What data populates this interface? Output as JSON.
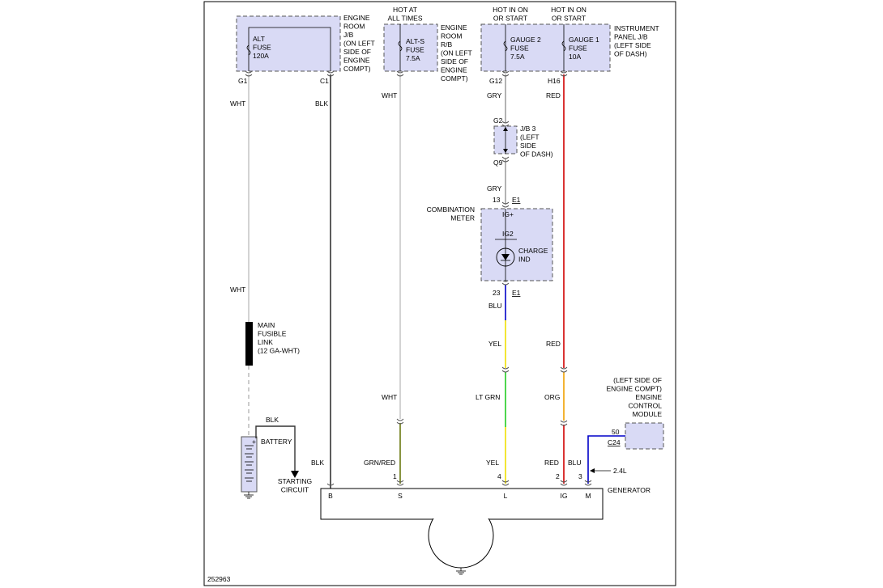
{
  "colors": {
    "box_fill": "#d9daf5",
    "wht": "#c8c8c8",
    "blk": "#333333",
    "gry": "#a0a0a0",
    "red": "#d00000",
    "blu": "#0000c8",
    "yel": "#f0e000",
    "ltgrn": "#22cc22",
    "org": "#f0a000",
    "grnred": "#6b7a10"
  },
  "boxes": {
    "engine_room_jb": {
      "label": "ENGINE\nROOM\nJ/B\n(ON LEFT\nSIDE OF\nENGINE\nCOMPT)"
    },
    "alt_fuse": {
      "name": "ALT\nFUSE\n120A"
    },
    "engine_room_rb": {
      "label": "ENGINE\nROOM\nR/B\n(ON LEFT\nSIDE OF\nENGINE\nCOMPT)"
    },
    "alts_fuse": {
      "name": "ALT-S\nFUSE\n7.5A",
      "hot": "HOT AT\nALL TIMES"
    },
    "instrument_panel_jb": {
      "label": "INSTRUMENT\nPANEL J/B\n(LEFT SIDE\nOF DASH)"
    },
    "gauge2_fuse": {
      "name": "GAUGE 2\nFUSE\n7.5A",
      "hot": "HOT IN ON\nOR START"
    },
    "gauge1_fuse": {
      "name": "GAUGE 1\nFUSE\n10A",
      "hot": "HOT IN ON\nOR START"
    },
    "jb3": {
      "label": "J/B 3\n(LEFT\nSIDE\nOF DASH)"
    },
    "combination_meter": {
      "label": "COMBINATION\nMETER",
      "ig_plus": "IG+",
      "ig2": "IG2",
      "charge_ind": "CHARGE\nIND"
    },
    "ecm": {
      "label": "(LEFT SIDE OF\nENGINE COMPT)\nENGINE\nCONTROL\nMODULE"
    },
    "main_fusible_link": {
      "label": "MAIN\nFUSIBLE\nLINK\n(12 GA-WHT)"
    },
    "battery": {
      "label": "BATTERY",
      "plus": "+"
    },
    "generator": {
      "label": "GENERATOR"
    }
  },
  "connectors": {
    "g1": "G1",
    "c1": "C1",
    "g12": "G12",
    "h16": "H16",
    "g2": "G2",
    "q9": "Q9",
    "pin13": "13",
    "e1_top": "E1",
    "pin23": "23",
    "e1_bot": "E1",
    "pin50": "50",
    "c24": "C24",
    "pin1": "1",
    "pin4": "4",
    "pin2": "2",
    "pin3": "3"
  },
  "wire_labels": {
    "wht1": "WHT",
    "wht2": "WHT",
    "blk1": "BLK",
    "blk2": "BLK",
    "wht3": "WHT",
    "wht4": "WHT",
    "grnred": "GRN/RED",
    "gry1": "GRY",
    "gry2": "GRY",
    "blu1": "BLU",
    "yel1": "YEL",
    "ltgrn": "LT GRN",
    "yel2": "YEL",
    "red1": "RED",
    "red2": "RED",
    "org": "ORG",
    "red3": "RED",
    "blu2": "BLU",
    "bat_blk": "BLK",
    "variant": "2.4L"
  },
  "starting_circuit": "STARTING\nCIRCUIT",
  "generator_terminals": [
    "B",
    "S",
    "L",
    "IG",
    "M"
  ],
  "figure_id": "252963"
}
